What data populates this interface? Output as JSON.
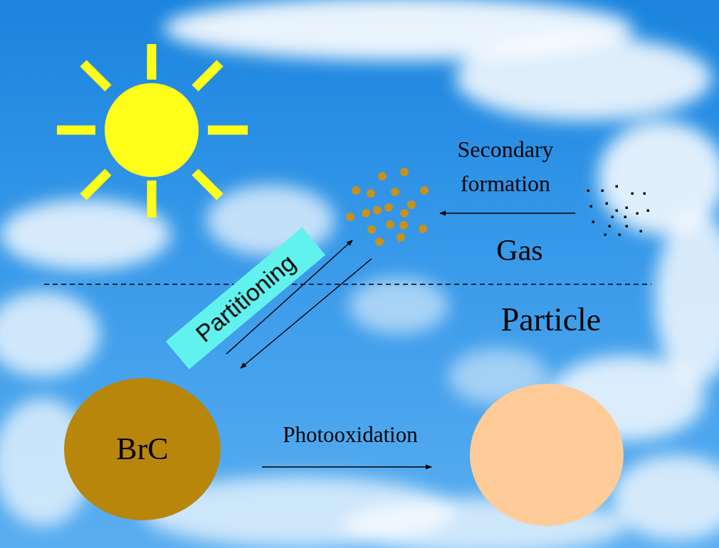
{
  "diagram": {
    "nodes": [
      {
        "text": [
          "Partitioning"
        ]
      },
      {
        "text": [
          "BrC"
        ]
      }
    ],
    "labels": [
      "Secondary formation",
      "Gas",
      "Particle",
      "Photooxidation"
    ]
  }
}
